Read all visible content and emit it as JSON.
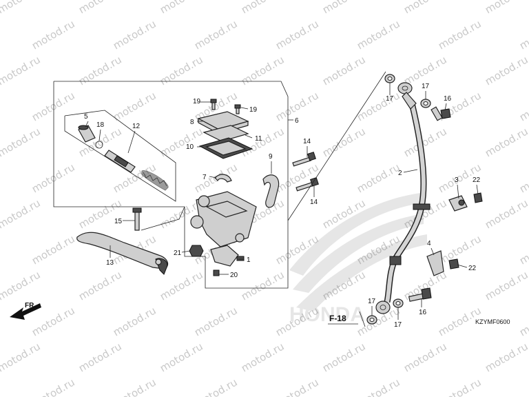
{
  "watermark": "motod.ru",
  "diagram_code": "KZYMF0600",
  "reference": "F-18",
  "direction": "FR.",
  "brand_mark": "HONDA",
  "callouts": {
    "c1": "1",
    "c2": "2",
    "c3": "3",
    "c4": "4",
    "c5": "5",
    "c6": "6",
    "c7": "7",
    "c8": "8",
    "c9": "9",
    "c10": "10",
    "c11": "11",
    "c12": "12",
    "c13": "13",
    "c14a": "14",
    "c14b": "14",
    "c15": "15",
    "c16a": "16",
    "c16b": "16",
    "c17a": "17",
    "c17b": "17",
    "c17c": "17",
    "c17d": "17",
    "c18": "18",
    "c19a": "19",
    "c19b": "19",
    "c20": "20",
    "c21": "21",
    "c22a": "22",
    "c22b": "22"
  },
  "icons": [
    "watermark-pattern",
    "brand-wing-logo",
    "direction-arrow-icon"
  ]
}
